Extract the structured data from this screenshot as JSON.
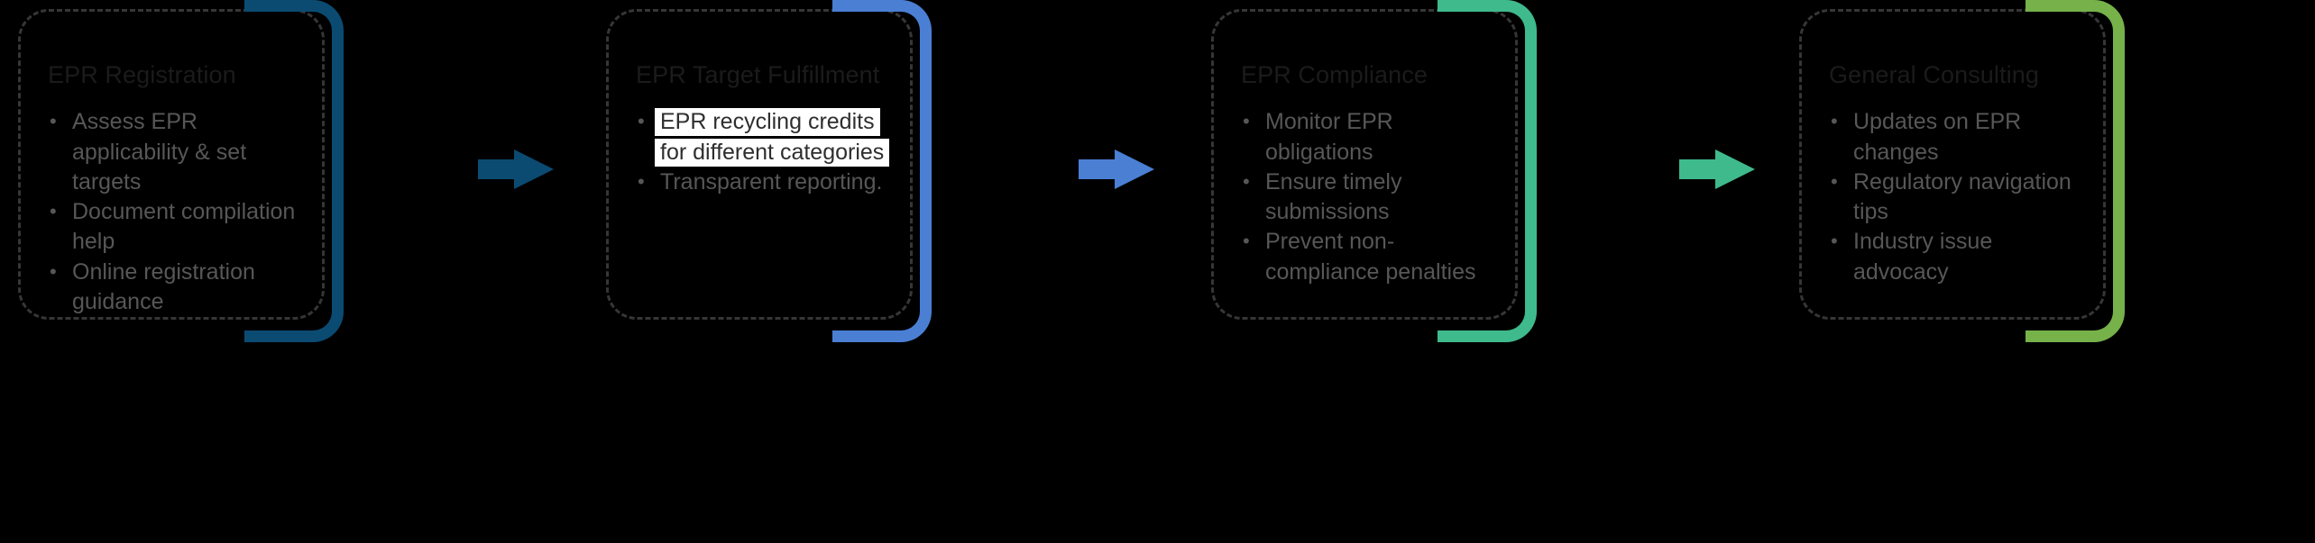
{
  "diagram": {
    "type": "horizontal-process-flow",
    "background_color": "#000000",
    "card_border_color": "#363636",
    "title_color": "#1b1b1b",
    "bullet_color": "#575757",
    "highlight_background": "#ffffff",
    "highlight_text_color": "#2e2e2e",
    "steps": [
      {
        "title": "EPR Registration",
        "accent_color": "#0b4b72",
        "bullets": [
          {
            "text": "Assess EPR applicability & set targets",
            "highlighted": false
          },
          {
            "text": "Document compilation help",
            "highlighted": false
          },
          {
            "text": "Online registration guidance",
            "highlighted": false
          }
        ]
      },
      {
        "title": "EPR Target Fulfillment",
        "accent_color": "#4a7fd4",
        "bullets": [
          {
            "text": "EPR recycling credits for different categories",
            "highlighted": true
          },
          {
            "text": "Transparent reporting.",
            "highlighted": false
          }
        ]
      },
      {
        "title": "EPR Compliance",
        "accent_color": "#3fba8c",
        "bullets": [
          {
            "text": "Monitor EPR obligations",
            "highlighted": false
          },
          {
            "text": "Ensure timely submissions",
            "highlighted": false
          },
          {
            "text": "Prevent non-compliance penalties",
            "highlighted": false
          }
        ]
      },
      {
        "title": "General Consulting",
        "accent_color": "#76b14a",
        "bullets": [
          {
            "text": "Updates on EPR changes",
            "highlighted": false
          },
          {
            "text": "Regulatory navigation tips",
            "highlighted": false
          },
          {
            "text": "Industry issue advocacy",
            "highlighted": false
          }
        ]
      }
    ],
    "connectors": [
      {
        "from": "EPR Registration",
        "to": "EPR Target Fulfillment",
        "color": "#0b4b72",
        "icon": "arrow-right-icon"
      },
      {
        "from": "EPR Target Fulfillment",
        "to": "EPR Compliance",
        "color": "#4a7fd4",
        "icon": "arrow-right-icon"
      },
      {
        "from": "EPR Compliance",
        "to": "General Consulting",
        "color": "#3fba8c",
        "icon": "arrow-right-icon"
      }
    ]
  }
}
